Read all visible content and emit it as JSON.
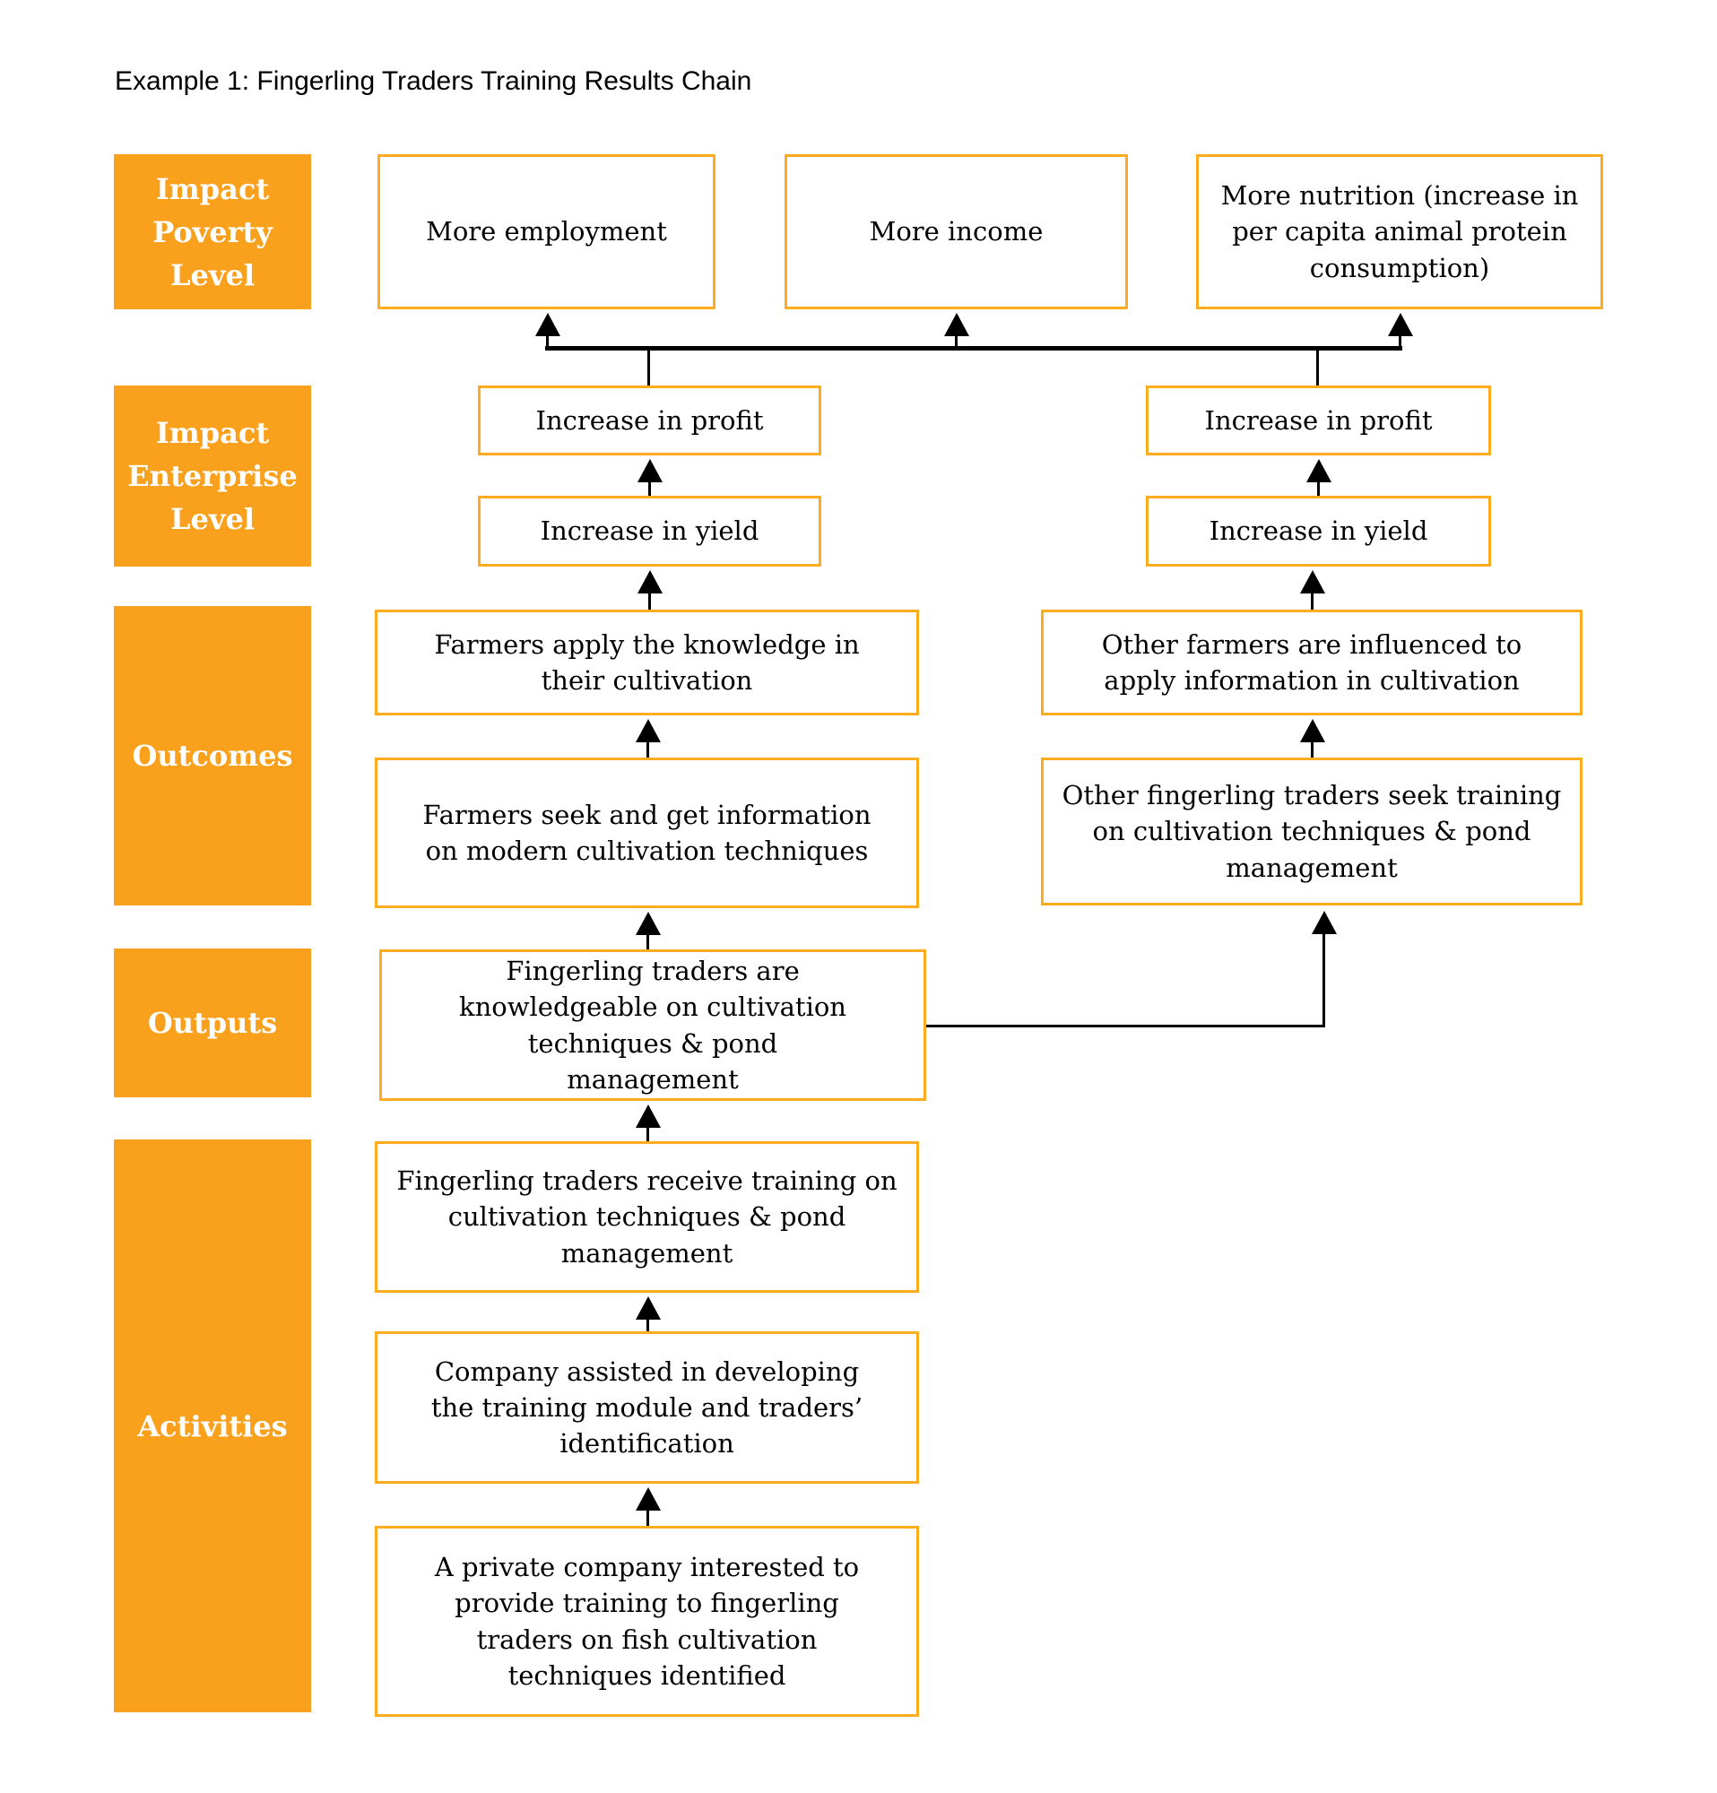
{
  "title": "Example 1: Fingerling Traders Training Results Chain",
  "colors": {
    "orange": "#F9A11D",
    "box_border": "#FCAC1E",
    "arrow": "#000000",
    "box_text": "#000000",
    "label_text": "#FFFFFF",
    "title_text": "#000000"
  },
  "row_labels": {
    "impact_poverty": "Impact Poverty Level",
    "impact_enterprise": "Impact Enterprise Level",
    "outcomes": "Outcomes",
    "outputs": "Outputs",
    "activities": "Activities"
  },
  "nodes": {
    "more_employment": "More employment",
    "more_income": "More income",
    "more_nutrition": "More nutrition (increase in per capita animal protein consumption)",
    "increase_profit_left": "Increase in profit",
    "increase_profit_right": "Increase in profit",
    "increase_yield_left": "Increase in yield",
    "increase_yield_right": "Increase in yield",
    "farmers_apply": "Farmers apply the knowledge in their cultivation",
    "other_farmers_influenced": "Other farmers are influenced to apply information in cultivation",
    "farmers_seek": "Farmers seek and get information on modern cultivation techniques",
    "other_traders_seek": "Other fingerling traders seek training on cultivation techniques & pond management",
    "traders_knowledgeable": "Fingerling traders are knowledgeable on cultivation techniques & pond management",
    "traders_receive_training": "Fingerling traders receive training on cultivation techniques & pond management",
    "company_assisted": "Company assisted in developing the training module and traders’ identification",
    "private_company_identified": "A private company interested to provide training to fingerling traders on fish cultivation techniques identified"
  }
}
